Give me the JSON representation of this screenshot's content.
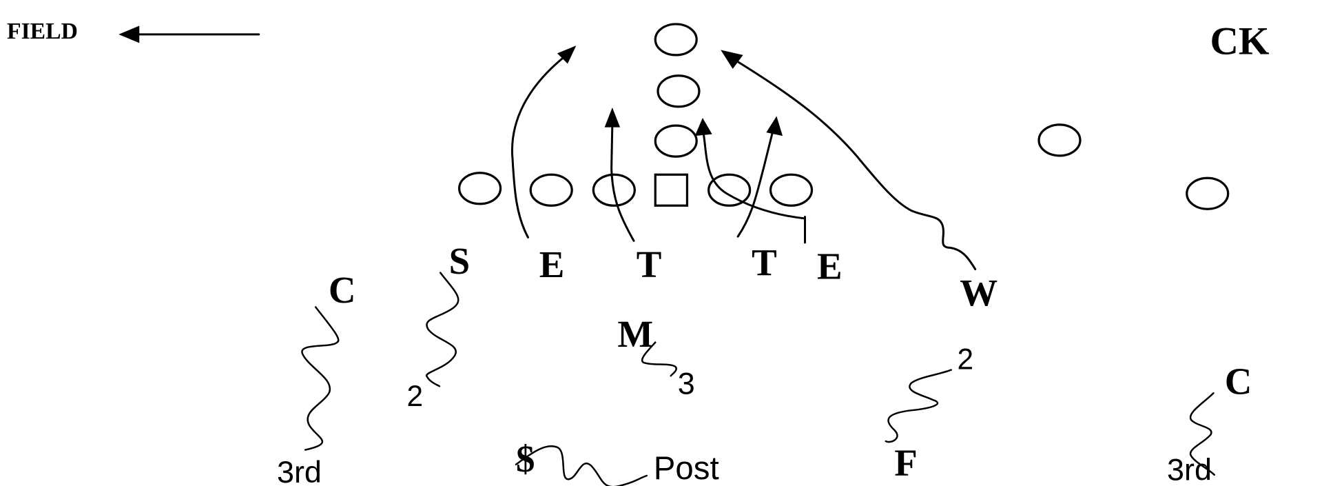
{
  "diagram": {
    "type": "football-defensive-play",
    "direction_label": "FIELD",
    "direction_arrow": "left",
    "call_label": "CK",
    "offense": {
      "center_symbol": "square",
      "linemen_count": 6,
      "backfield_stack_count": 3,
      "receivers_right_count": 2
    },
    "defense": {
      "line": [
        {
          "label": "E",
          "action": "rush"
        },
        {
          "label": "T",
          "action": "rush"
        },
        {
          "label": "T",
          "action": "rush"
        },
        {
          "label": "E",
          "action": "drop-block"
        }
      ],
      "linebackers": [
        {
          "label": "S",
          "zone": "2"
        },
        {
          "label": "M",
          "zone": "3"
        },
        {
          "label": "W",
          "action": "blitz"
        }
      ],
      "secondary": [
        {
          "label": "C",
          "side": "left",
          "zone": "3rd"
        },
        {
          "label": "$",
          "zone": "Post"
        },
        {
          "label": "F",
          "zone": "2"
        },
        {
          "label": "C",
          "side": "right",
          "zone": "3rd"
        }
      ]
    },
    "zone_labels": {
      "left_corner": "3rd",
      "sam": "2",
      "mike": "3",
      "safety": "Post",
      "free": "2",
      "right_corner": "3rd"
    },
    "labels": {
      "S": "S",
      "E1": "E",
      "T1": "T",
      "T2": "T",
      "E2": "E",
      "W": "W",
      "M": "M",
      "C_left": "C",
      "C_right": "C",
      "dollar": "$",
      "F": "F"
    }
  }
}
